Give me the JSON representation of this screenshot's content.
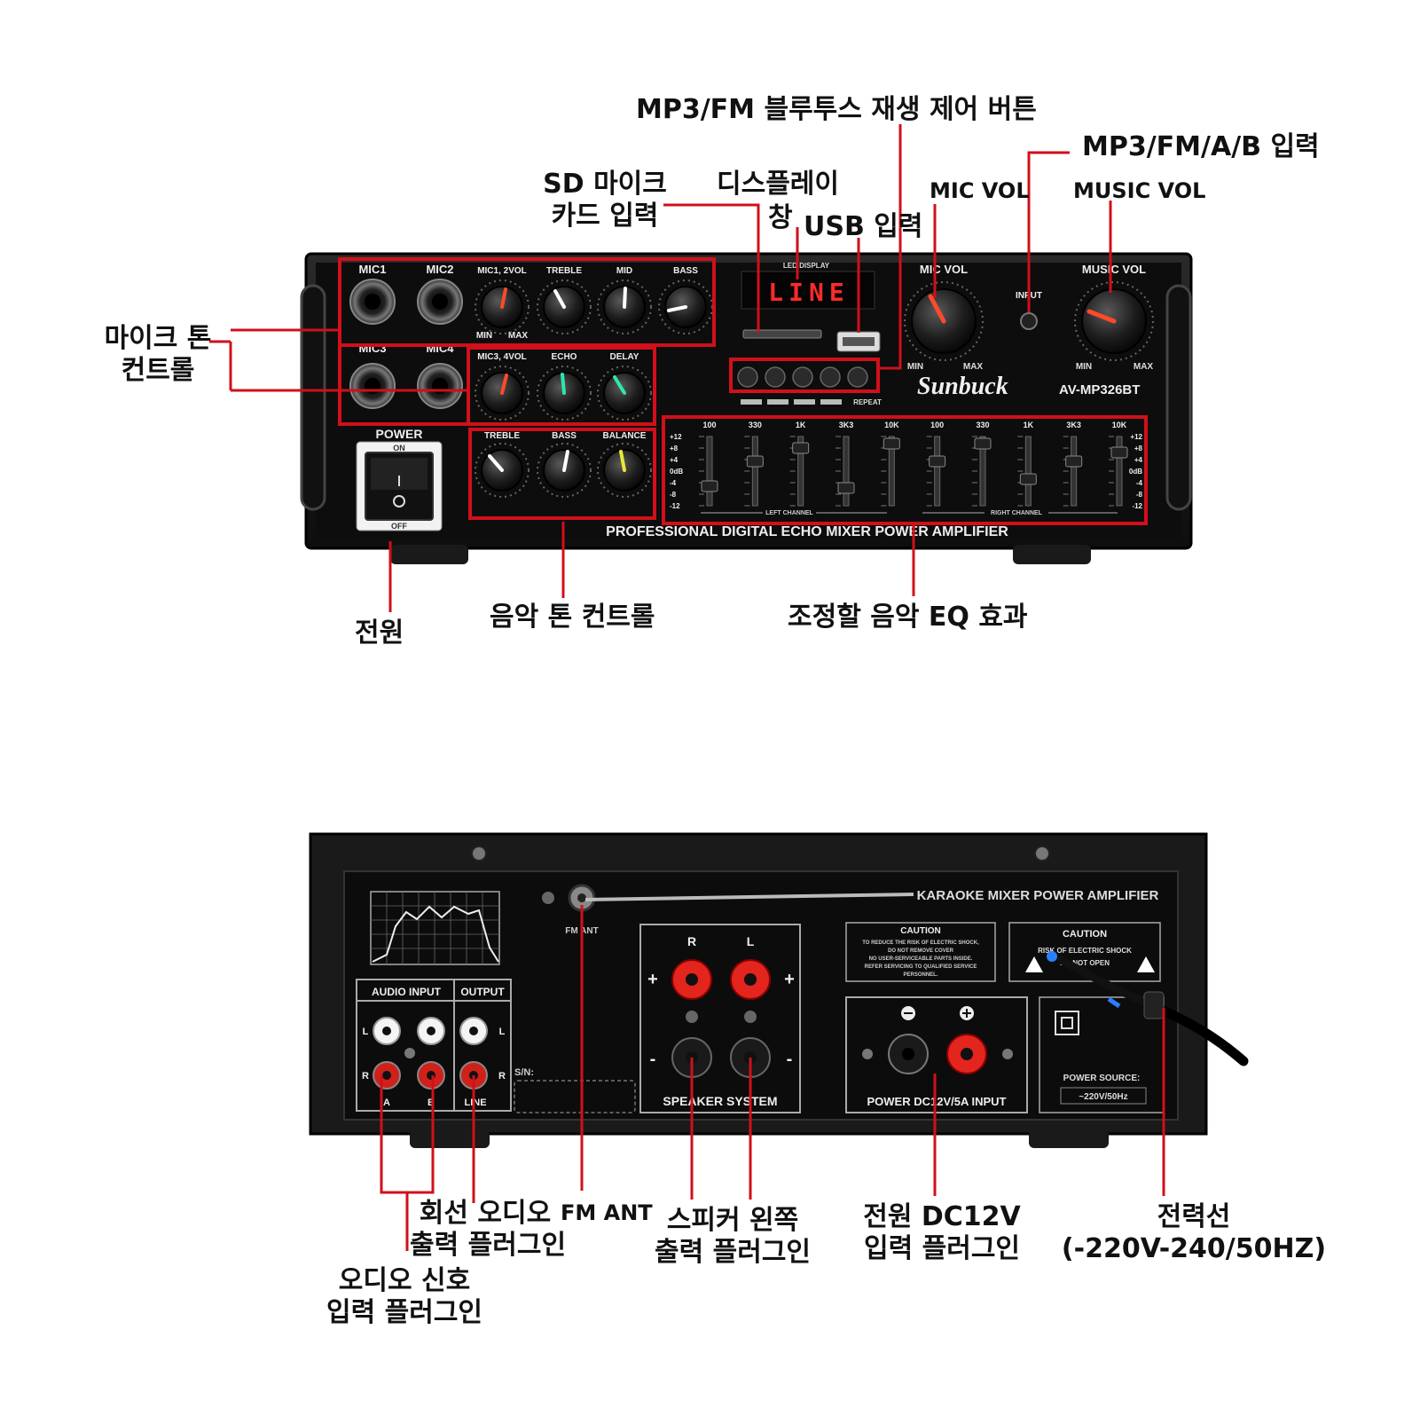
{
  "colors": {
    "annotation": "#d0101a",
    "chassis": "#141414",
    "panel": "#0c0c0c",
    "silk": "#e8e8e8",
    "display_red": "#ff2a2a"
  },
  "callouts": {
    "bt_control": "MP3/FM 블루투스 재생 제어 버튼",
    "input_select": "MP3/FM/A/B 입력",
    "sd_card": [
      "SD 마이크",
      "카드 입력"
    ],
    "display": [
      "디스플레이",
      "창"
    ],
    "usb": "USB 입력",
    "mic_vol": "MIC VOL",
    "music_vol": "MUSIC VOL",
    "mic_tone": [
      "마이크 톤",
      "컨트롤"
    ],
    "power": "전원",
    "music_tone": "음악 톤 컨트롤",
    "eq": "조정할 음악 EQ 효과",
    "line_out": [
      "회선 오디오",
      "출력 플러그인"
    ],
    "fm_ant": "FM ANT",
    "speaker": [
      "스피커 왼쪽",
      "출력 플러그인"
    ],
    "dc_in": [
      "전원 DC12V",
      "입력 플러그인"
    ],
    "power_cord": [
      "전력선",
      "(-220V-240/50HZ)"
    ],
    "audio_in": [
      "오디오 신호",
      "입력 플러그인"
    ]
  },
  "front": {
    "mic_jacks": [
      "MIC1",
      "MIC2",
      "MIC3",
      "MIC4"
    ],
    "mic_knobs": [
      "MIC1, 2VOL",
      "TREBLE",
      "MID",
      "BASS"
    ],
    "min": "MIN",
    "max": "MAX",
    "fx_knobs": [
      "MIC3, 4VOL",
      "ECHO",
      "DELAY"
    ],
    "music_knobs": [
      "TREBLE",
      "BASS",
      "BALANCE"
    ],
    "led_label": "LED DISPLAY",
    "display_text": "LINE",
    "input_label": "INPUT",
    "mic_vol_label": "MIC VOL",
    "music_vol_label": "MUSIC VOL",
    "brand": "Sunbuck",
    "model": "AV-MP326BT",
    "power_label": "POWER",
    "on": "ON",
    "off": "OFF",
    "eq_bands": [
      "100",
      "330",
      "1K",
      "3K3",
      "10K",
      "100",
      "330",
      "1K",
      "3K3",
      "10K"
    ],
    "eq_scale": [
      "+12",
      "+8",
      "+4",
      "0dB",
      "-4",
      "-8",
      "-12"
    ],
    "left_channel": "LEFT CHANNEL",
    "right_channel": "RIGHT CHANNEL",
    "repeat": "REPEAT",
    "tagline": "PROFESSIONAL DIGITAL ECHO MIXER POWER AMPLIFIER"
  },
  "rear": {
    "fm_ant": "FM ANT",
    "karaoke": "KARAOKE MIXER POWER AMPLIFIER",
    "caution": "CAUTION",
    "caution_text": [
      "TO REDUCE THE RISK OF ELECTRIC SHOCK,",
      "DO NOT REMOVE COVER",
      "NO USER-SERVICEABLE PARTS INSIDE.",
      "REFER SERVICING TO QUALIFIED SERVICE",
      "PERSONNEL."
    ],
    "shock_text": [
      "RISK OF ELECTRIC SHOCK",
      "DO NOT OPEN"
    ],
    "audio_input": "AUDIO INPUT",
    "output": "OUTPUT",
    "l": "L",
    "r": "R",
    "a": "A",
    "b": "B",
    "line": "LINE",
    "sn": "S/N:",
    "speaker_system": "SPEAKER SYSTEM",
    "plus": "+",
    "minus": "-",
    "dc_input": "POWER DC12V/5A INPUT",
    "power_source": "POWER SOURCE:",
    "voltage": "~220V/50Hz"
  }
}
